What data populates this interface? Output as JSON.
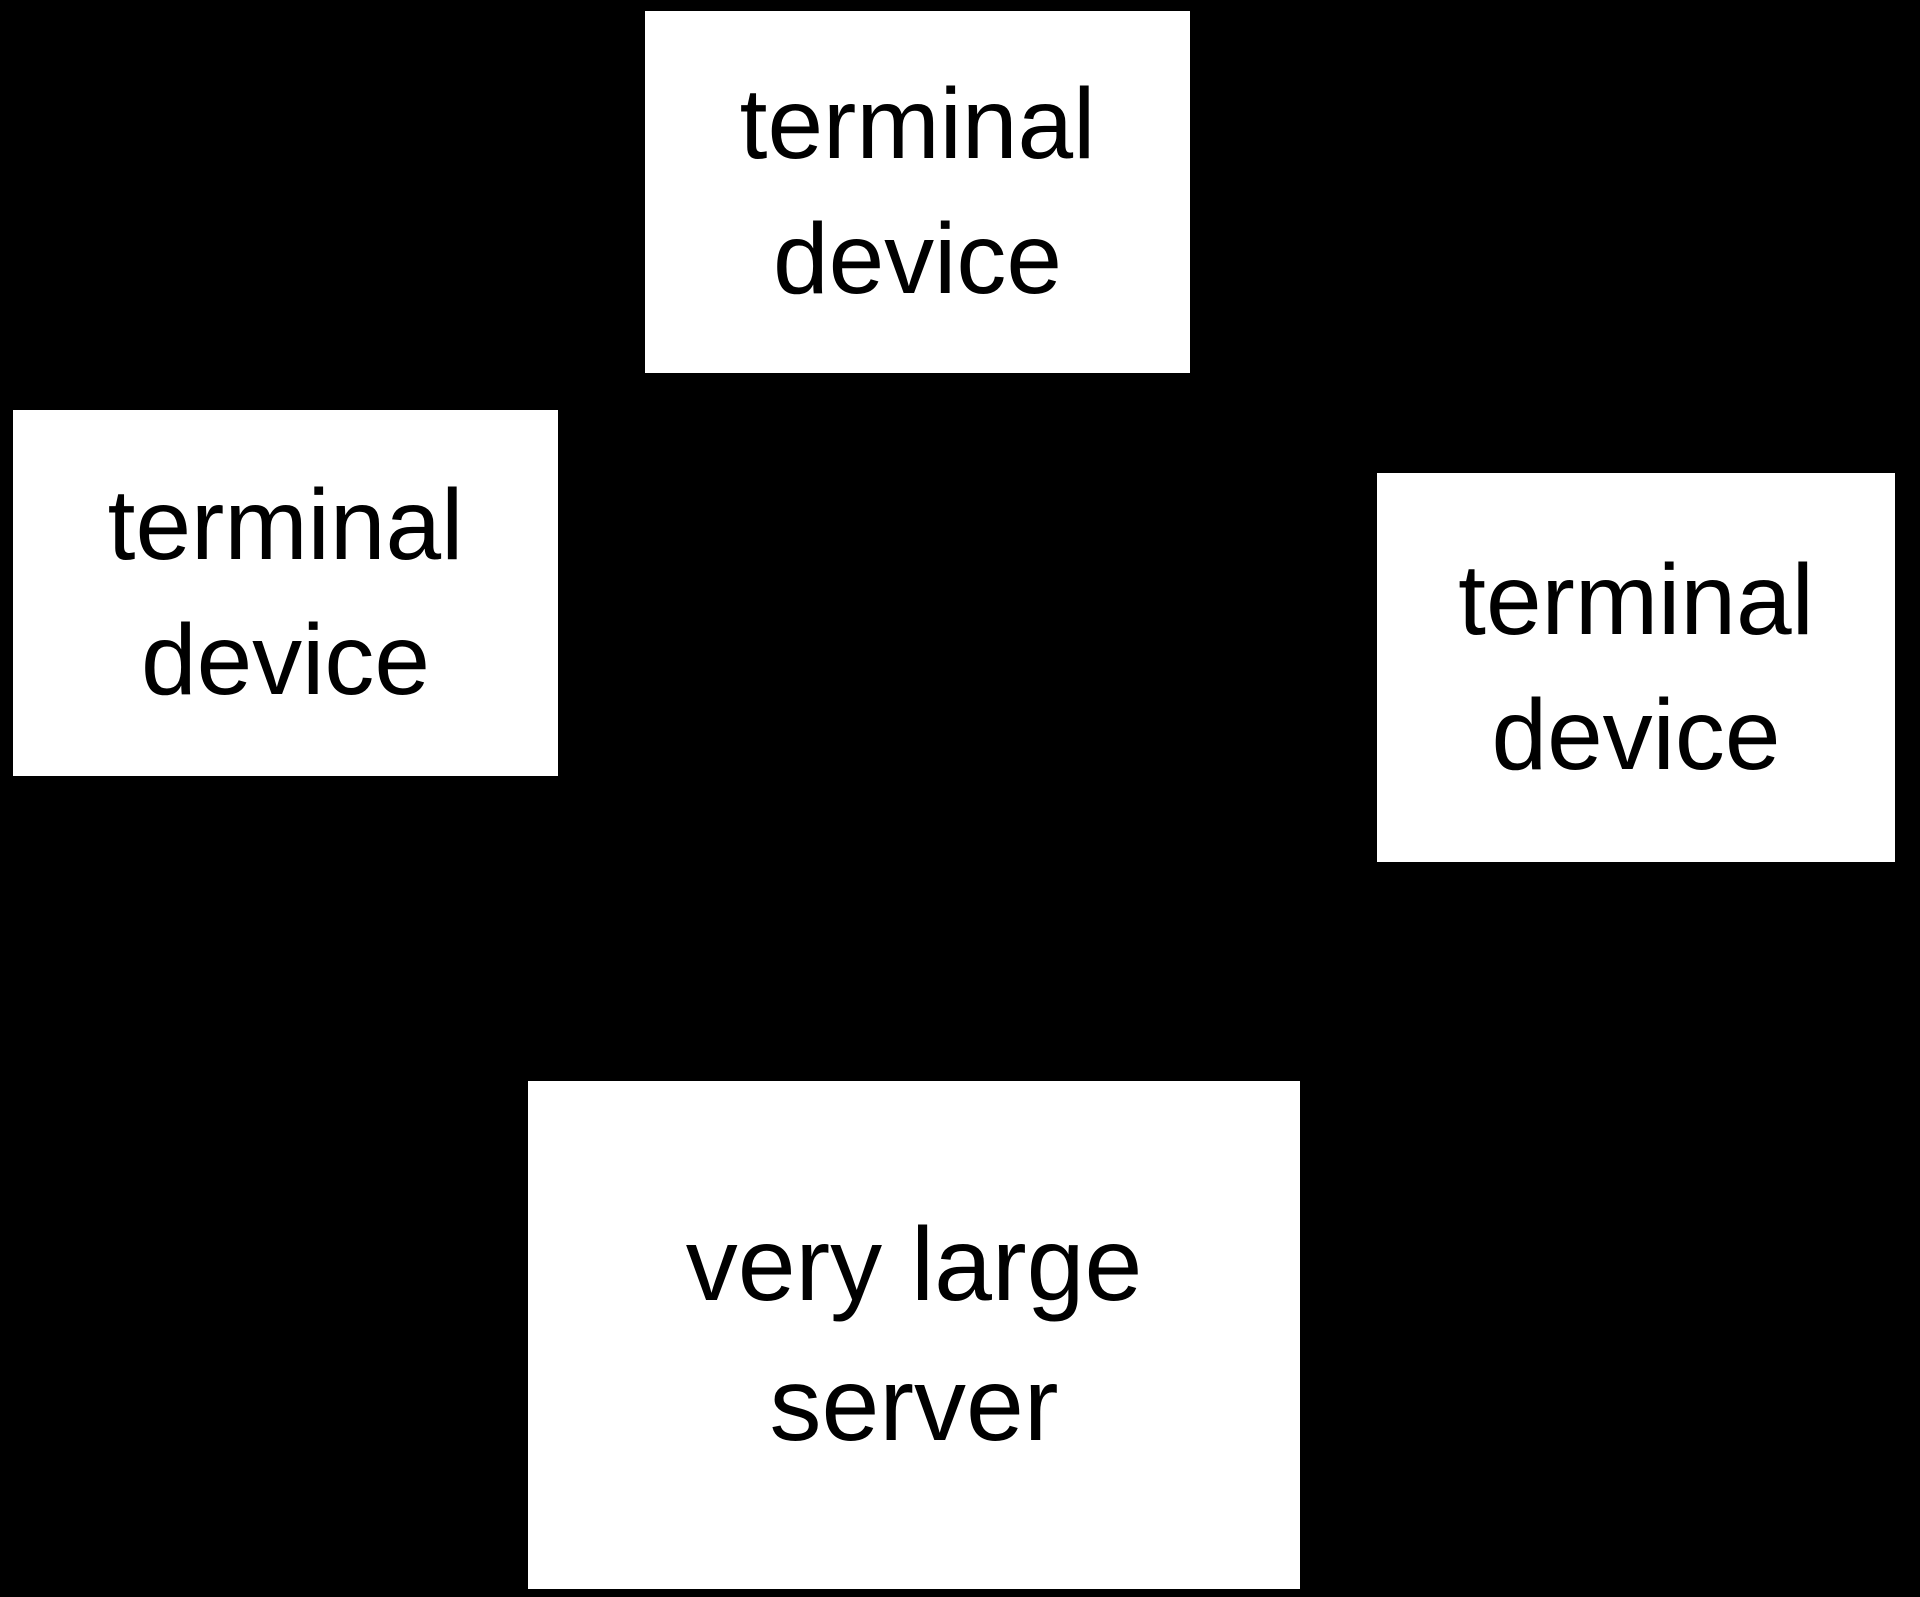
{
  "diagram": {
    "colors": {
      "background": "#000000",
      "box_fill": "#ffffff",
      "text": "#000000"
    },
    "nodes": {
      "top": {
        "line1": "terminal",
        "line2": "device"
      },
      "left": {
        "line1": "terminal",
        "line2": "device"
      },
      "right": {
        "line1": "terminal",
        "line2": "device"
      },
      "bottom": {
        "line1": "very large",
        "line2": "server"
      }
    }
  }
}
